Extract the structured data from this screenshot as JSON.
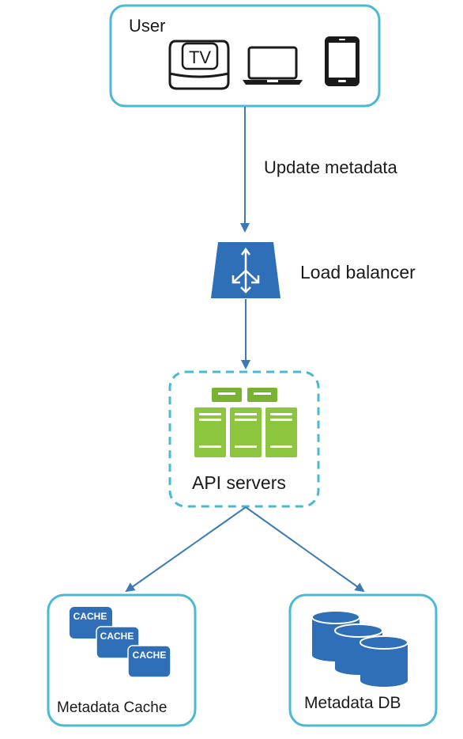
{
  "nodes": {
    "user": {
      "label": "User",
      "devices": [
        "tv-icon",
        "laptop-icon",
        "phone-icon"
      ],
      "tv_text": "TV"
    },
    "load_balancer": {
      "label": "Load balancer"
    },
    "api_servers": {
      "label": "API servers"
    },
    "metadata_cache": {
      "label": "Metadata Cache",
      "cache_text": "CACHE"
    },
    "metadata_db": {
      "label": "Metadata DB"
    }
  },
  "edges": [
    {
      "from": "user",
      "to": "load_balancer",
      "label": "Update metadata"
    },
    {
      "from": "load_balancer",
      "to": "api_servers",
      "label": ""
    },
    {
      "from": "api_servers",
      "to": "metadata_cache",
      "label": ""
    },
    {
      "from": "api_servers",
      "to": "metadata_db",
      "label": ""
    }
  ],
  "colors": {
    "frame": "#4bb8d4",
    "arrow": "#3d7ab5",
    "lb": "#2f6fb7",
    "server": "#8cc63f",
    "server_dark": "#7ab331",
    "cache": "#2f6fb7",
    "db": "#2f6fb7"
  }
}
